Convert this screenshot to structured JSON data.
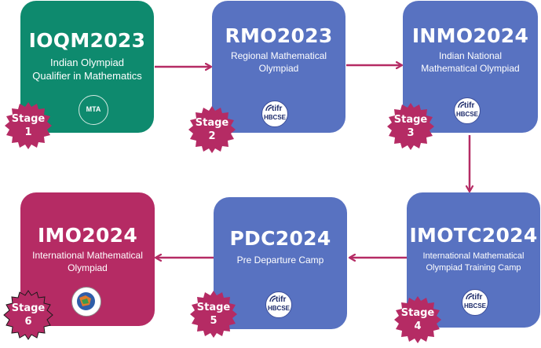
{
  "colors": {
    "green": "#0e8a6e",
    "blue": "#5872c1",
    "magenta": "#b52b64",
    "badge": "#b52b64",
    "arrow": "#b52b64"
  },
  "stages": [
    {
      "title": "IOQM2023",
      "subtitle": [
        "Indian Olympiad",
        "Qualifier in Mathematics"
      ],
      "badge": [
        "Stage",
        "1"
      ],
      "logo": "mta-logo",
      "logo_text": "MTA"
    },
    {
      "title": "RMO2023",
      "subtitle": [
        "Regional Mathematical",
        "Olympiad"
      ],
      "badge": [
        "Stage",
        "2"
      ],
      "logo": "tifr-hbcse-logo",
      "logo_text": [
        "tifr",
        "HBCSE"
      ]
    },
    {
      "title": "INMO2024",
      "subtitle": [
        "Indian National",
        "Mathematical Olympiad"
      ],
      "badge": [
        "Stage",
        "3"
      ],
      "logo": "tifr-hbcse-logo",
      "logo_text": [
        "tifr",
        "HBCSE"
      ]
    },
    {
      "title": "IMOTC2024",
      "subtitle": [
        "International Mathematical",
        "Olympiad Training Camp"
      ],
      "badge": [
        "Stage",
        "4"
      ],
      "logo": "tifr-hbcse-logo",
      "logo_text": [
        "tifr",
        "HBCSE"
      ]
    },
    {
      "title": "PDC2024",
      "subtitle": [
        "Pre Departure Camp"
      ],
      "badge": [
        "Stage",
        "5"
      ],
      "logo": "tifr-hbcse-logo",
      "logo_text": [
        "tifr",
        "HBCSE"
      ]
    },
    {
      "title": "IMO2024",
      "subtitle": [
        "International Mathematical",
        "Olympiad"
      ],
      "badge": [
        "Stage",
        "6"
      ],
      "logo": "imo-logo"
    }
  ]
}
